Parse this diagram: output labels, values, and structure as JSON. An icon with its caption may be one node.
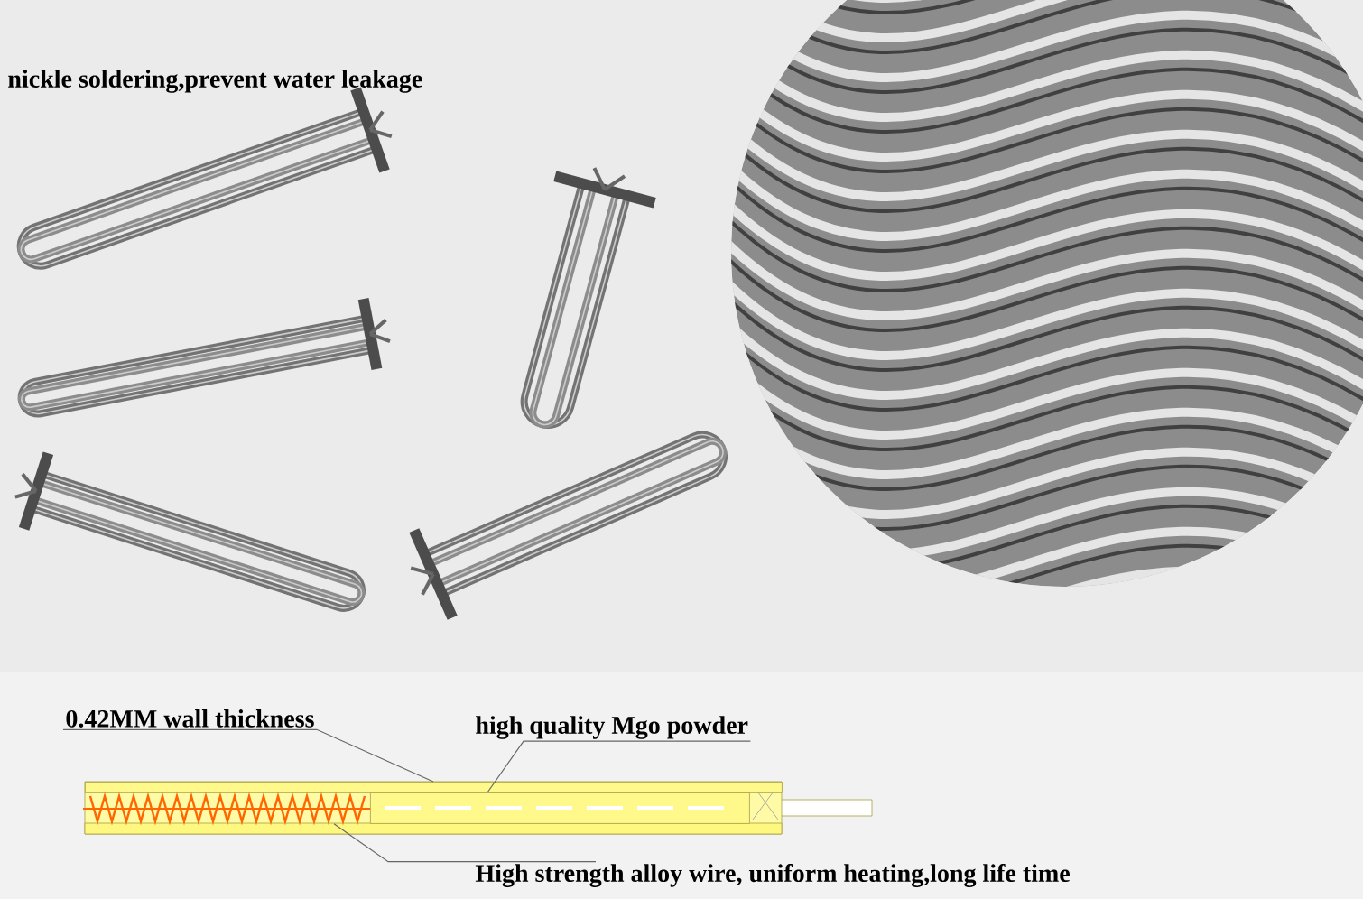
{
  "diagram": {
    "nodes": [
      {
        "text": [
          "0.42MM wall thickness"
        ]
      },
      {
        "text": [],
        "shape": "bar"
      },
      {
        "text": [
          "high quality Mgo powder"
        ]
      },
      {
        "text": [],
        "shape": "bar"
      },
      {
        "text": [
          "High strength alloy wire, uniform heating,long life time"
        ]
      },
      {
        "text": [],
        "shape": "coil"
      }
    ],
    "edges": [
      {
        "from": 0,
        "to": 1,
        "arrow": "none"
      },
      {
        "from": 2,
        "to": 3,
        "arrow": "none"
      },
      {
        "from": 4,
        "to": 5,
        "arrow": "none"
      }
    ],
    "labels": [
      "nickle  soldering,prevent water leakage"
    ]
  }
}
